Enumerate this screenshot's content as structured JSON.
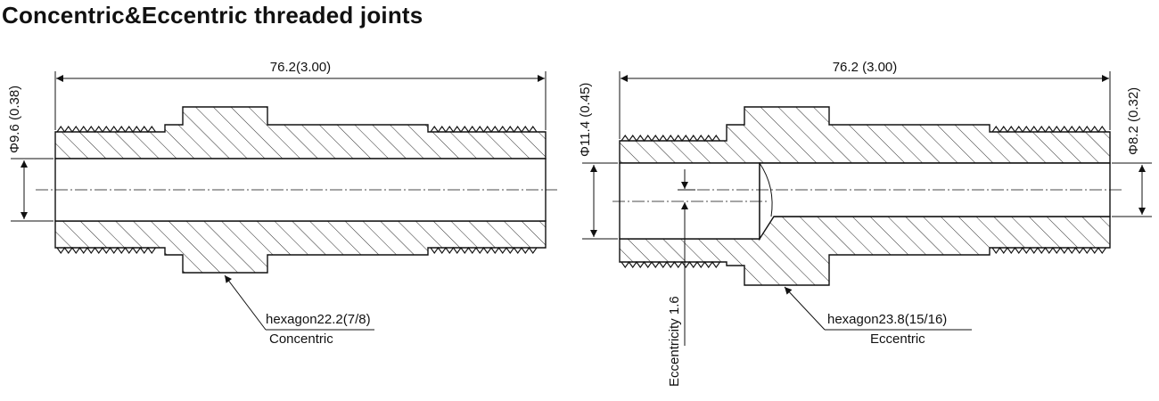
{
  "title": "Concentric&Eccentric threaded joints",
  "concentric": {
    "length_label": "76.2(3.00)",
    "diameter_label": "Φ9.6 (0.38)",
    "hexagon_label": "hexagon22.2(7/8)",
    "type_label": "Concentric"
  },
  "eccentric": {
    "length_label": "76.2 (3.00)",
    "left_diameter_label": "Φ11.4 (0.45)",
    "right_diameter_label": "Φ8.2 (0.32)",
    "hexagon_label": "hexagon23.8(15/16)",
    "type_label": "Eccentric",
    "eccentricity_label": "Eccentricity 1.6"
  }
}
